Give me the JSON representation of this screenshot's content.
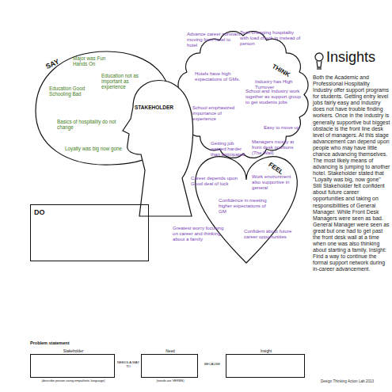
{
  "diagram": {
    "nodes": [
      {
        "text": [
          "SAY",
          "Major was Fun Hands On",
          "Education not as important as experience",
          "Education Good Schooling Bad",
          "Basics of hospitality do not change",
          "Loyalty was big now gone"
        ]
      },
      {
        "text": [
          "THINK",
          "Advance career constant moving from hotel to hotel",
          "Tech changing hospitality with load check in instead of person",
          "Hotels have high expectations of GMs.",
          "Industry has High Turnover",
          "School and Industry work together as support group to get students jobs",
          "School emphasized importance of experience",
          "Easy to move up",
          "Getting job wanted harder than anticipated",
          "Managers mostly at front desk positions (The Wall)"
        ]
      },
      {
        "text": [
          "STAKEHOLDER"
        ]
      },
      {
        "text": [
          "FEEL",
          "Career depends upon Good deal of luck",
          "Work environment also supportive in general",
          "Confidence in meeting higher expectations of GM",
          "Greatest worry focusing on career and thinking about a family",
          "Confident about future career opportunities"
        ]
      },
      {
        "text": [
          "DO"
        ]
      },
      {
        "text": [
          "Stakeholder",
          "(describe person using empathetic language)"
        ]
      },
      {
        "text": [
          "Need",
          "(needs are VERBS)"
        ]
      },
      {
        "text": [
          "Insight"
        ]
      }
    ],
    "labels": [
      "Insights",
      "Both the Academic and Professional Hospitality Industry offer support programs for students. Getting entry level jobs fairly easy and Industry does not have trouble finding workers. Once in the industry is generally supportive but biggest obstacle is the front line desk level of managers. At this stage advancement can depend upon people who may have little chance advancing themselves. The most likely means of advancing is jumping to another hotel. Stakeholder stated that \"Loyalty was big, now gone\" Still Stakeholder felt confident about future career opportunities and taking on responsibilities of General Manager. While Front Desk Managers were seen as bad. General Manager were seen as great but one had to get past the front desk wall at a time when one was also thinking about starting a family. Insight: Find a way to continue the formal support network during in-career advancement.",
      "Design Thinking Action Lab 2013",
      "Problem statement",
      "NEEDS A WAY TO",
      "BECAUSE"
    ]
  }
}
